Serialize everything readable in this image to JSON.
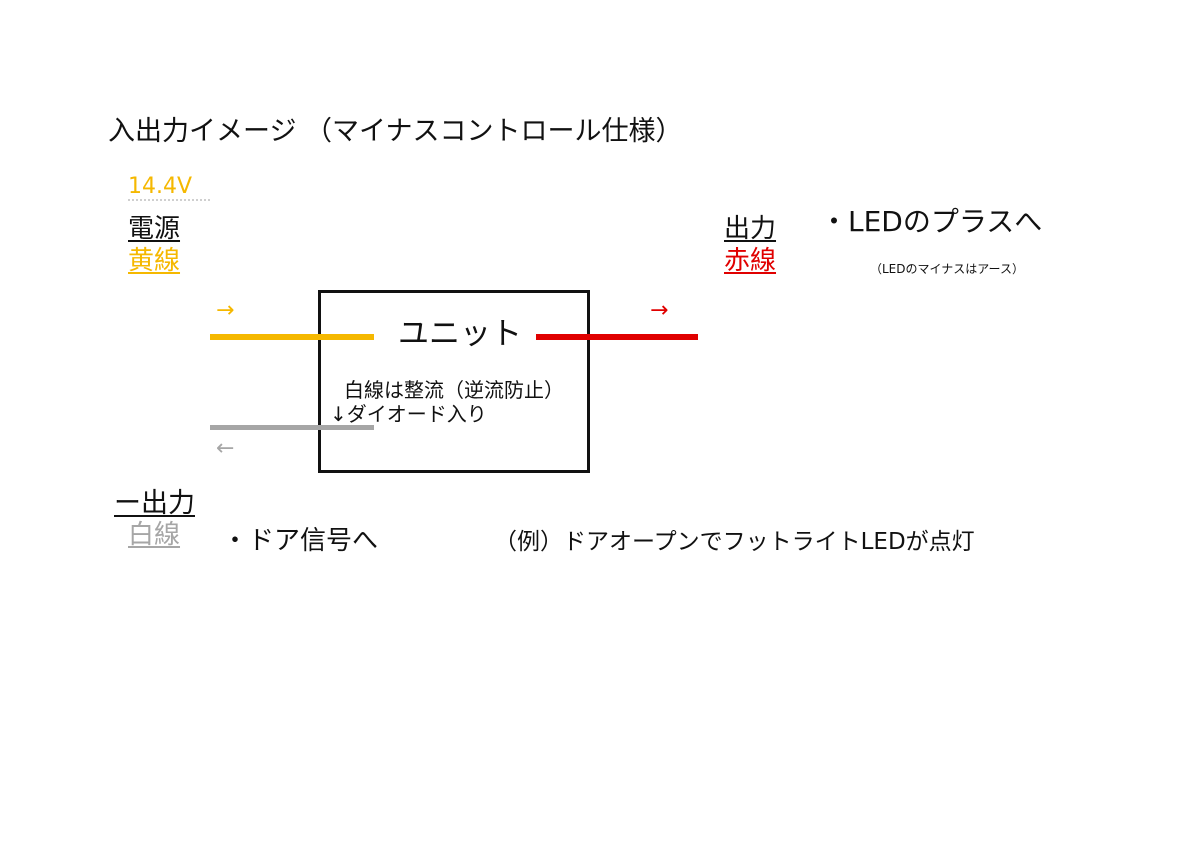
{
  "title": "入出力イメージ （マイナスコントロール仕様）",
  "input": {
    "voltage": "14.4V",
    "label": "電源",
    "wire_label": "黄線",
    "arrow": "→"
  },
  "output_plus": {
    "label": "出力",
    "wire_label": "赤線",
    "arrow": "→",
    "destination": "・LEDのプラスへ",
    "note": "（LEDのマイナスはアース）"
  },
  "unit": {
    "label": "ユニット",
    "note_line1": "白線は整流（逆流防止）",
    "note_line2": "↓ダイオード入り"
  },
  "output_minus": {
    "label": "ー出力",
    "wire_label": "白線",
    "arrow": "←",
    "destination": "・ドア信号へ",
    "example": "（例）ドアオープンでフットライトLEDが点灯"
  },
  "colors": {
    "yellow": "#f5b800",
    "red": "#e00000",
    "white_wire": "#a6a6a6",
    "text": "#111111"
  }
}
